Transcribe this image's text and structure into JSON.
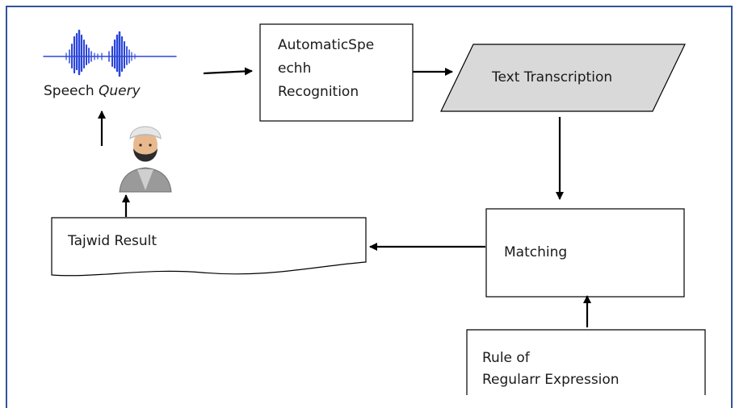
{
  "nodes": {
    "speech_query": {
      "label": "Speech ",
      "label_emphasis": "Query"
    },
    "asr": {
      "lines": [
        "AutomaticSpe",
        "echh",
        "Recognition"
      ]
    },
    "text_transcription": {
      "label": "Text Transcription"
    },
    "matching": {
      "label": "Matching"
    },
    "rule": {
      "lines": [
        "Rule of",
        "Regularr Expression"
      ]
    },
    "tajwid_result": {
      "label": "Tajwid Result"
    }
  },
  "icons": {
    "waveform": "audio-waveform-icon",
    "person": "reciter-person-icon"
  },
  "colors": {
    "frame_border": "#2f5597",
    "shape_stroke": "#000000",
    "parallelogram_fill": "#d9d9d9",
    "waveform": "#2b46d8",
    "arrow": "#000000"
  }
}
